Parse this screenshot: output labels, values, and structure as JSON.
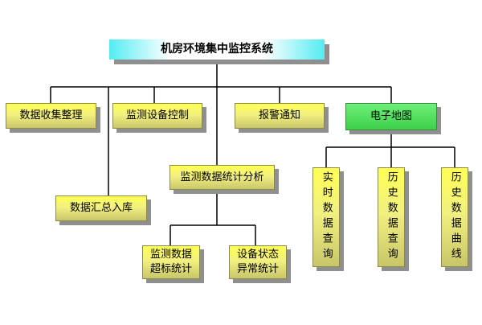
{
  "title": "机房环境集中监控系统",
  "nodes": {
    "data_collection": "数据收集整理",
    "device_control": "监测设备控制",
    "alarm_notify": "报警通知",
    "e_map": "电子地图",
    "data_summary": "数据汇总入库",
    "stats_analysis": "监测数据统计分析",
    "over_limit": "监测数据\n超标统计",
    "abnormal_status": "设备状态\n异常统计",
    "realtime_query": "实时数据查询",
    "history_query": "历史数据查询",
    "history_curve": "历史数据曲线"
  },
  "colors": {
    "box_yellow": "#f2f080",
    "box_green": "#44d450",
    "title_cyan": "#53ecf2",
    "shadow": "#8f8f8f"
  }
}
